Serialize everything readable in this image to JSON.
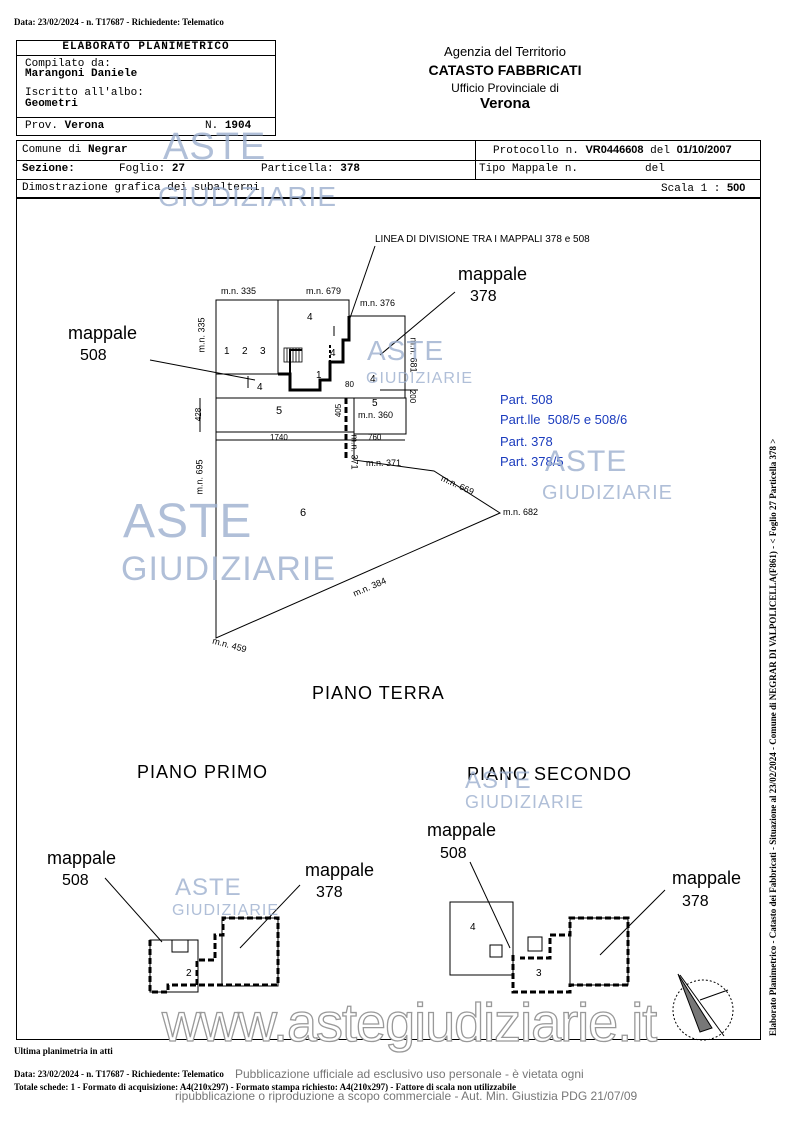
{
  "header_top": "Data: 23/02/2024 - n. T17687 - Richiedente: Telematico",
  "elaborato": {
    "title": "ELABORATO PLANIMETRICO",
    "compilato_label": "Compilato da:",
    "compilato_value": "Marangoni Daniele",
    "iscritto_label": "Iscritto all'albo:",
    "iscritto_value": "Geometri",
    "prov_label": "Prov.",
    "prov_value": "Verona",
    "n_label": "N.",
    "n_value": "1904"
  },
  "agenzia": {
    "line1": "Agenzia del Territorio",
    "line2": "CATASTO FABBRICATI",
    "line3": "Ufficio Provinciale di",
    "line4": "Verona"
  },
  "info": {
    "comune_label": "Comune di",
    "comune_value": "Negrar",
    "sezione_label": "Sezione:",
    "foglio_label": "Foglio:",
    "foglio_value": "27",
    "particella_label": "Particella:",
    "particella_value": "378",
    "protocollo_label": "Protocollo n.",
    "protocollo_value": "VR0446608",
    "del_label": "del",
    "del_value": "01/10/2007",
    "tipo_label": "Tipo Mappale n.",
    "del2_label": "del",
    "dimostrazione": "Dimostrazione grafica dei subalterni",
    "scala_label": "Scala 1 :",
    "scala_value": "500"
  },
  "plan": {
    "linea_divisione": "LINEA DI DIVISIONE TRA I MAPPALI 378 e 508",
    "mappale_word": "mappale",
    "num_508": "508",
    "num_378": "378",
    "legend": [
      "Part. 508",
      "Part.lle  508/5 e 508/6",
      "Part. 378",
      "Part. 378/5"
    ],
    "piano_terra": "PIANO TERRA",
    "piano_primo": "PIANO PRIMO",
    "piano_secondo": "PIANO SECONDO",
    "labels": {
      "mn335_top": "m.n. 335",
      "mn679": "m.n. 679",
      "mn376": "m.n. 376",
      "mn335_side": "m.n. 335",
      "mn681": "m.n. 681",
      "mn695": "m.n. 695",
      "mn360": "m.n. 360",
      "mn371_v": "m.n. 371",
      "mn371": "m.n. 371",
      "mn669": "m.n. 669",
      "mn682": "m.n. 682",
      "mn384": "m.n. 384",
      "mn459": "m.n. 459",
      "d1740": "1740",
      "d760": "760",
      "d428": "428",
      "d405": "405",
      "d200": "200",
      "d80": "80"
    },
    "sub": [
      "1",
      "2",
      "3",
      "4",
      "5",
      "6"
    ]
  },
  "side_text": "Elaborato Planimetrico - Catasto dei Fabbricati - Situazione al 23/02/2024 - Comune di NEGRAR DI VALPOLICELLA(F861) - < Foglio 27 Particella 378 >",
  "footer": {
    "ultima": "Ultima planimetria in atti",
    "line1": "Data: 23/02/2024 - n. T17687 - Richiedente: Telematico",
    "line2": "Totale schede: 1 - Formato di acquisizione: A4(210x297) - Formato stampa richiesto: A4(210x297) - Fattore di scala non utilizzabile",
    "disclaimer1": "Pubblicazione ufficiale ad esclusivo uso personale - è vietata ogni",
    "disclaimer2": "ripubblicazione o riproduzione a scopo commerciale - Aut. Min. Giustizia PDG 21/07/09"
  },
  "watermark": {
    "aste": "ASTE",
    "giudiziarie": "GIUDIZIARIE",
    "site": "www.astegiudiziarie.it"
  }
}
